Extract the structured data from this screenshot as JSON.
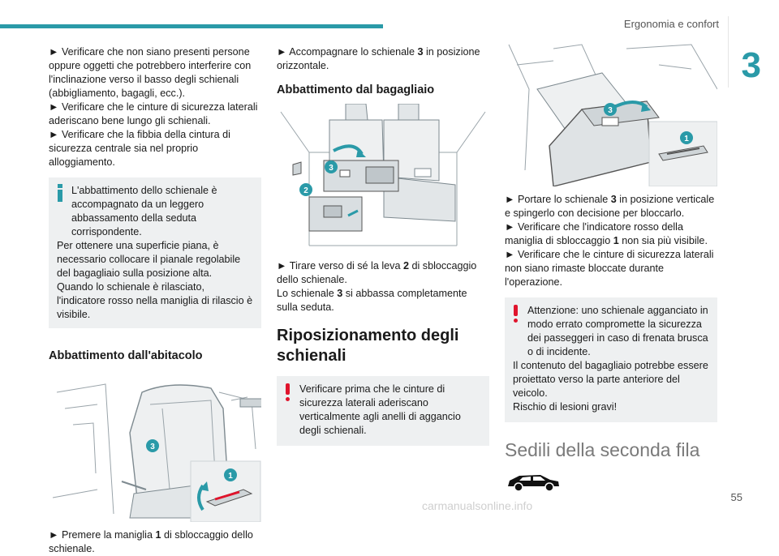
{
  "header": {
    "title": "Ergonomia e confort",
    "chapter_number": "3",
    "accent_color": "#2a9aa8"
  },
  "col1": {
    "bullets": [
      "► Verificare che non siano presenti persone oppure oggetti che potrebbero interferire con l'inclinazione verso il basso degli schienali (abbigliamento, bagagli, ecc.).",
      "► Verificare che le cinture di sicurezza laterali aderiscano bene lungo gli schienali.",
      "► Verificare che la fibbia della cintura di sicurezza centrale sia nel proprio alloggiamento."
    ],
    "info_note": {
      "icon": "info-icon",
      "first_line": "L'abbattimento dello schienale è accompagnato da un leggero abbassamento della seduta corrispondente.",
      "rest": [
        "Per ottenere una superficie piana, è necessario collocare il pianale regolabile del bagagliaio sulla posizione alta.",
        "Quando lo schienale è rilasciato, l'indicatore rosso nella maniglia di rilascio è visibile."
      ]
    },
    "section_title": "Abbattimento dall'abitacolo",
    "figure_callouts": [
      "3",
      "1"
    ],
    "caption_prefix": "► Premere la maniglia ",
    "caption_bold": "1",
    "caption_suffix": " di sbloccaggio dello schienale."
  },
  "col2": {
    "intro_prefix": "► Accompagnare lo schienale ",
    "intro_bold": "3",
    "intro_suffix": " in posizione orizzontale.",
    "section_title": "Abbattimento dal bagagliaio",
    "figure_callouts": [
      "3",
      "2"
    ],
    "caption1_prefix": "► Tirare verso di sé la leva ",
    "caption1_bold": "2",
    "caption1_suffix": " di sbloccaggio dello schienale.",
    "caption2_prefix": "Lo schienale ",
    "caption2_bold": "3",
    "caption2_suffix": " si abbassa completamente sulla seduta.",
    "main_title": "Riposizionamento degli schienali",
    "warn_note": {
      "icon": "warning-icon",
      "text": "Verificare prima che le cinture di sicurezza laterali aderiscano verticalmente agli anelli di aggancio degli schienali."
    }
  },
  "col3": {
    "figure_callouts": [
      "3",
      "1"
    ],
    "b1_prefix": "► Portare lo schienale ",
    "b1_bold": "3",
    "b1_suffix": " in posizione verticale e spingerlo con decisione per bloccarlo.",
    "b2_prefix": "► Verificare che l'indicatore rosso della maniglia di sbloccaggio ",
    "b2_bold": "1",
    "b2_suffix": " non sia più visibile.",
    "b3": "► Verificare che le cinture di sicurezza laterali non siano rimaste bloccate durante l'operazione.",
    "warn_note": {
      "icon": "warning-icon",
      "first_line": "Attenzione: uno schienale agganciato in modo errato compromette la sicurezza dei passeggeri in caso di frenata brusca o di incidente.",
      "rest": [
        "Il contenuto del bagagliaio potrebbe essere proiettato verso la parte anteriore del veicolo.",
        "Rischio di lesioni gravi!"
      ]
    },
    "section_title": "Sedili della seconda fila",
    "car_icon": "suv-car-icon"
  },
  "footer": {
    "page_number": "55",
    "watermark": "carmanualsonline.info"
  }
}
